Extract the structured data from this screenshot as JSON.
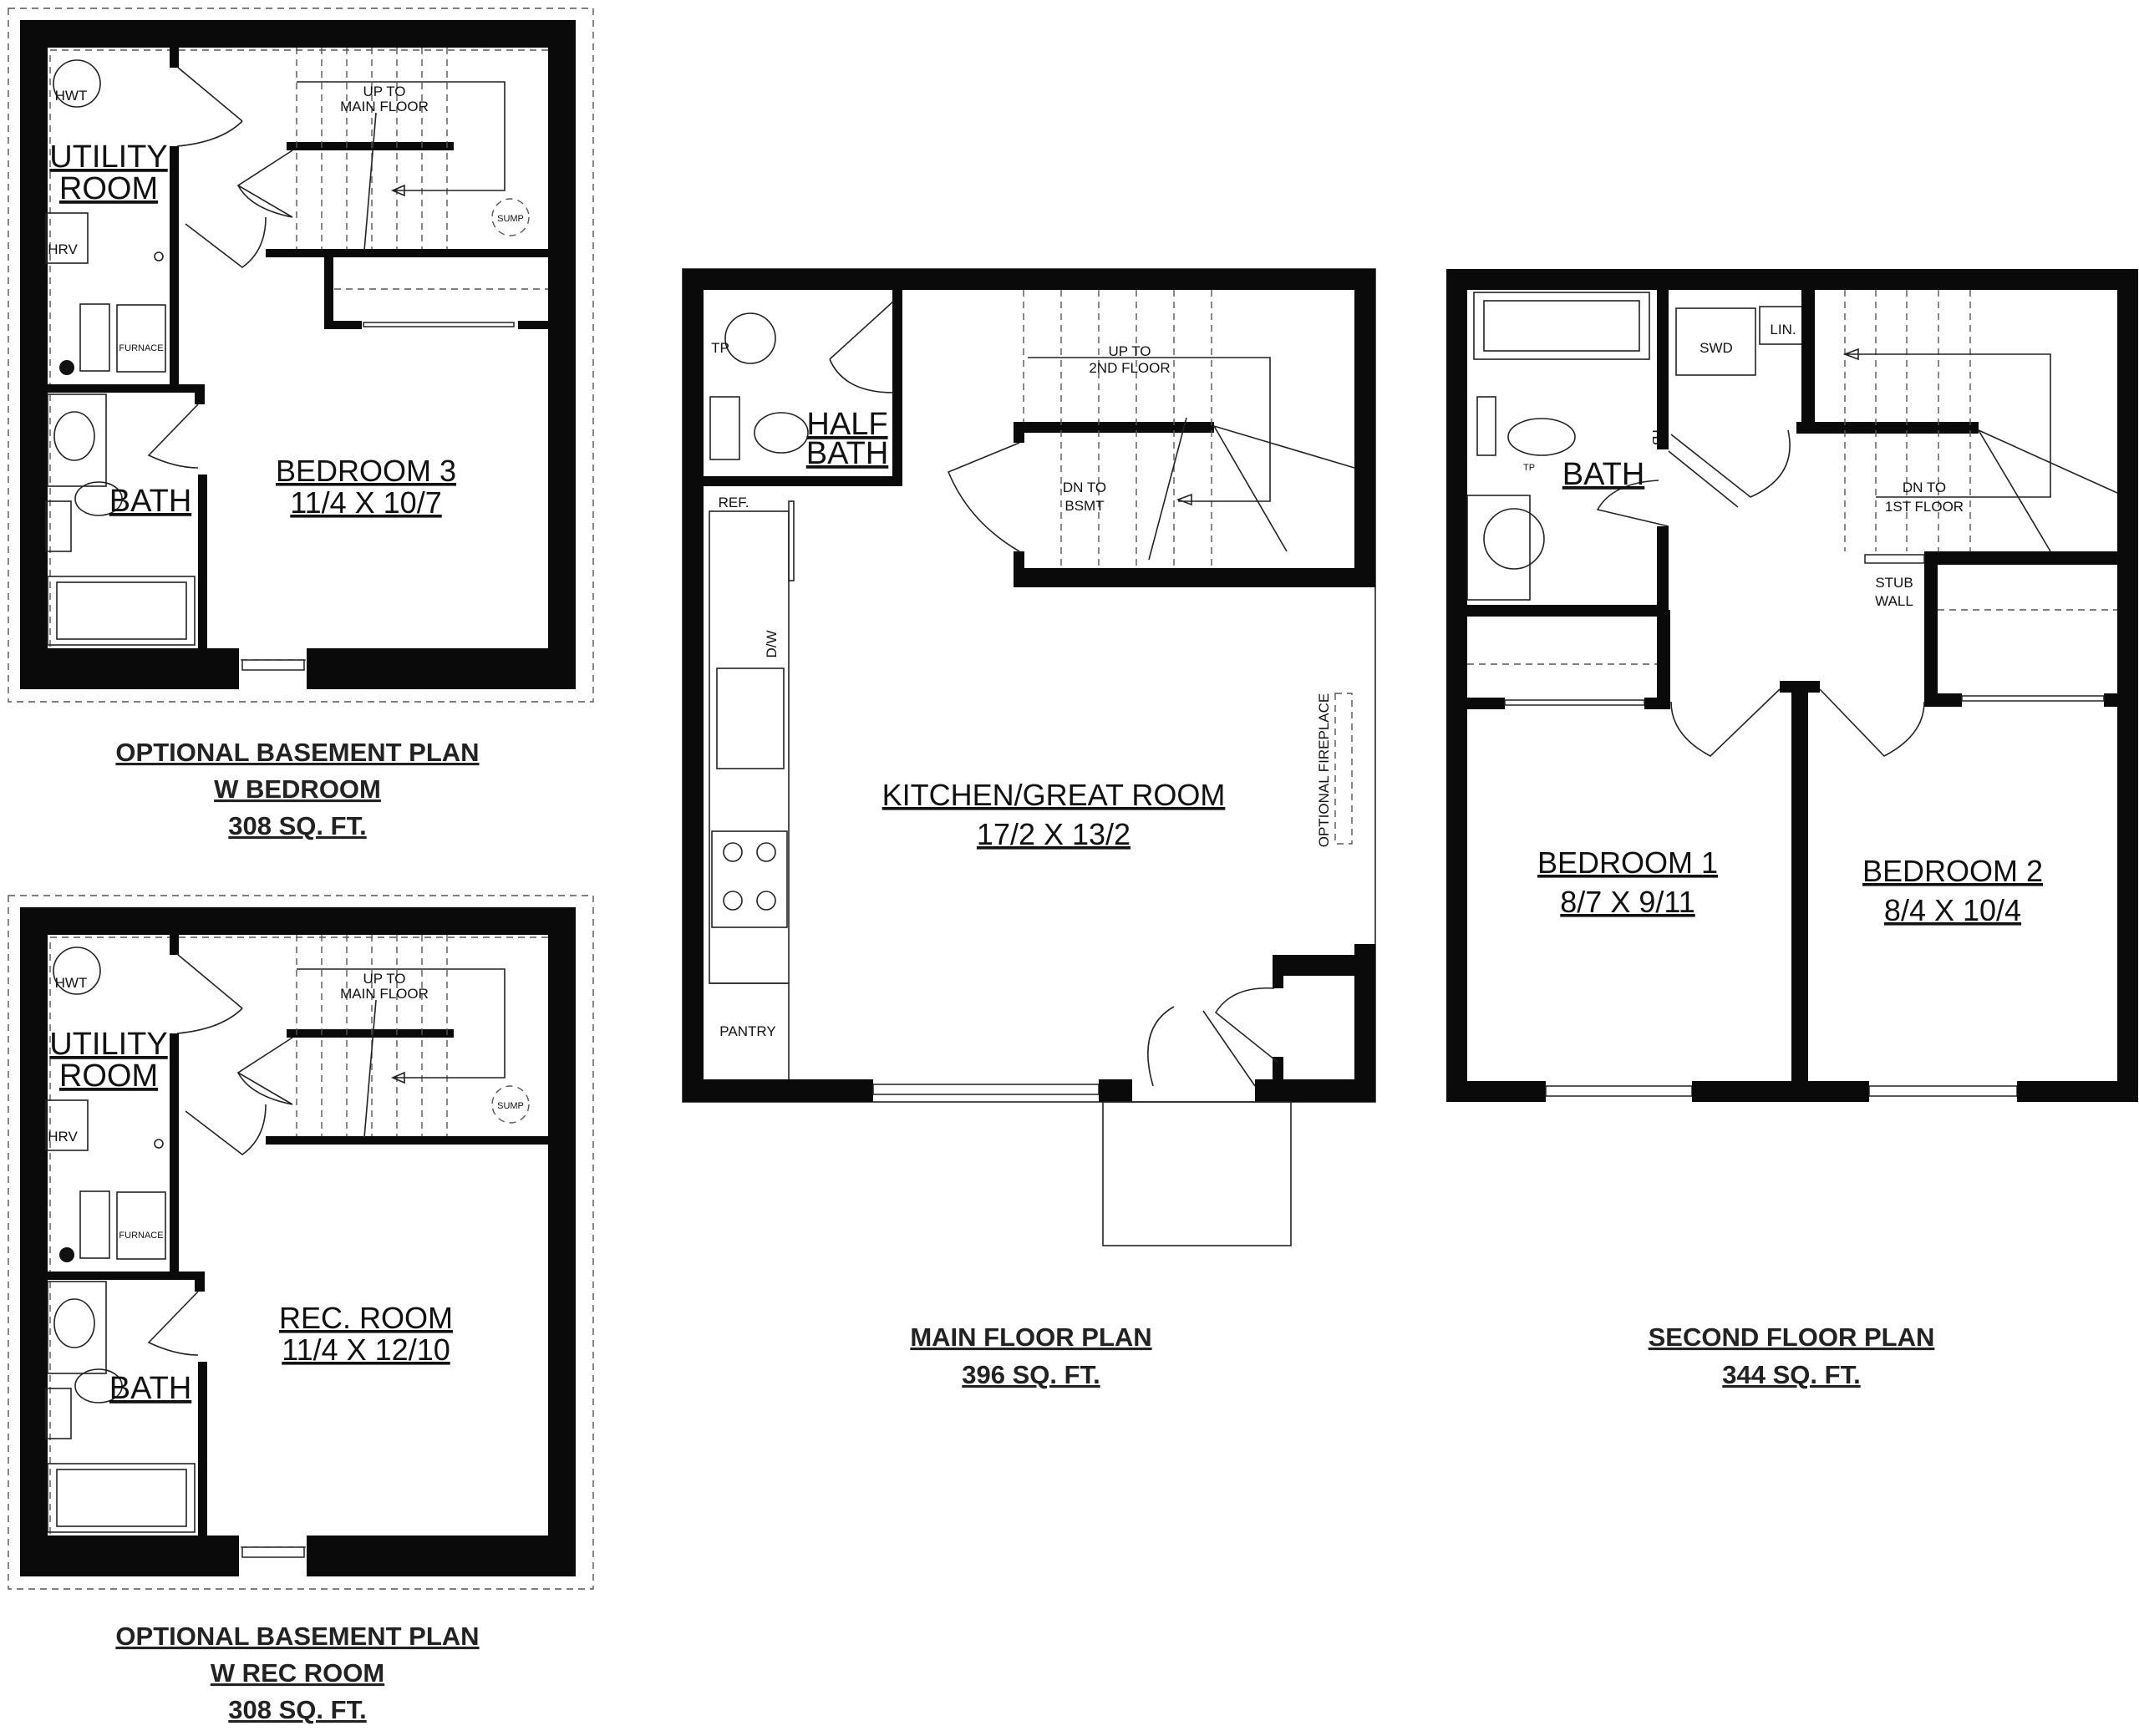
{
  "basement_bedroom_plan": {
    "title_line1": "OPTIONAL BASEMENT PLAN",
    "title_line2": "W BEDROOM",
    "area": "308 SQ. FT.",
    "labels": {
      "hwt": "HWT",
      "utility_line1": "UTILITY",
      "utility_line2": "ROOM",
      "hrv": "HRV",
      "furnace": "FURNACE",
      "bath": "BATH",
      "stairs_line1": "UP TO",
      "stairs_line2": "MAIN FLOOR",
      "sump": "SUMP",
      "room_name": "BEDROOM 3",
      "room_dims": "11/4 X 10/7"
    }
  },
  "basement_rec_plan": {
    "title_line1": "OPTIONAL BASEMENT PLAN",
    "title_line2": "W REC ROOM",
    "area": "308 SQ. FT.",
    "labels": {
      "hwt": "HWT",
      "utility_line1": "UTILITY",
      "utility_line2": "ROOM",
      "hrv": "HRV",
      "furnace": "FURNACE",
      "bath": "BATH",
      "stairs_line1": "UP TO",
      "stairs_line2": "MAIN FLOOR",
      "sump": "SUMP",
      "room_name": "REC. ROOM",
      "room_dims": "11/4 X 12/10"
    }
  },
  "main_floor_plan": {
    "title": "MAIN FLOOR PLAN",
    "area": "396 SQ. FT.",
    "labels": {
      "tp": "TP",
      "half_bath_line1": "HALF",
      "half_bath_line2": "BATH",
      "ref": "REF.",
      "dw": "D/W",
      "pantry": "PANTRY",
      "stairs_up_line1": "UP TO",
      "stairs_up_line2": "2ND FLOOR",
      "stairs_dn_line1": "DN TO",
      "stairs_dn_line2": "BSMT",
      "room_name": "KITCHEN/GREAT ROOM",
      "room_dims": "17/2 X 13/2",
      "fireplace": "OPTIONAL FIREPLACE"
    }
  },
  "second_floor_plan": {
    "title": "SECOND FLOOR PLAN",
    "area": "344 SQ. FT.",
    "labels": {
      "swd": "SWD",
      "lin": "LIN.",
      "bath": "BATH",
      "tb": "TB",
      "tp": "TP",
      "stairs_dn_line1": "DN TO",
      "stairs_dn_line2": "1ST FLOOR",
      "stub_line1": "STUB",
      "stub_line2": "WALL",
      "bedroom1_name": "BEDROOM 1",
      "bedroom1_dims": "8/7 X 9/11",
      "bedroom2_name": "BEDROOM 2",
      "bedroom2_dims": "8/4 X 10/4"
    }
  }
}
